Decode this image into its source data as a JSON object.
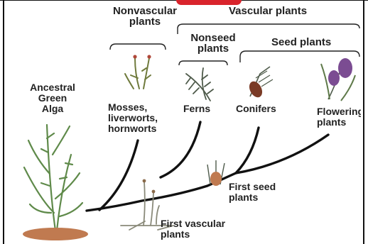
{
  "labels": {
    "nonvascular_plants": "Nonvascular\nplants",
    "vascular_plants": "Vascular plants",
    "nonseed_plants": "Nonseed\nplants",
    "seed_plants": "Seed plants",
    "ancestral_green_alga": "Ancestral\nGreen\nAlga",
    "mosses": "Mosses,\nliverworts,\nhornworts",
    "ferns": "Ferns",
    "conifers": "Conifers",
    "flowering_plants": "Flowering\nplants",
    "first_seed_plants": "First seed\nplants",
    "first_vascular_plants": "First vascular\nplants"
  },
  "colors": {
    "tree": "#111111",
    "alga": "#5f8a4a",
    "soil": "#c07a50",
    "moss": "#6f7a3c",
    "sporangia": "#b0483a",
    "fern": "#4e5a4a",
    "cone": "#7a3b26",
    "flower": "#7b4c92",
    "accent_red": "#d9242c"
  }
}
